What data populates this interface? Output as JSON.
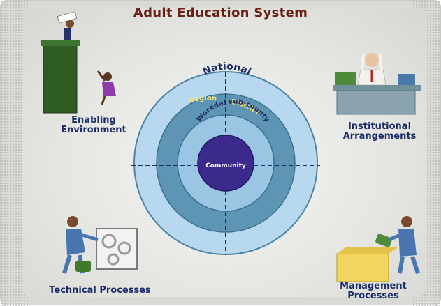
{
  "title": "Adult Education System",
  "rings": {
    "outer": "National",
    "region": "Region",
    "district": "District",
    "woreda": "Woreda/ sub-county",
    "core": "Community"
  },
  "corners": {
    "top_left": [
      "Enabling",
      "Environment"
    ],
    "top_right": [
      "Institutional",
      "Arrangements"
    ],
    "bottom_left": "Technical Processes",
    "bottom_right": [
      "Management",
      "Processes"
    ]
  },
  "colors": {
    "title": "#6b2014",
    "label": "#1b2d66",
    "ring_outer": "#b7d8ee",
    "ring_second": "#5f95b4",
    "ring_third": "#9ac6e3",
    "core": "#3b2a8c",
    "region_text": "#f3e27a"
  }
}
